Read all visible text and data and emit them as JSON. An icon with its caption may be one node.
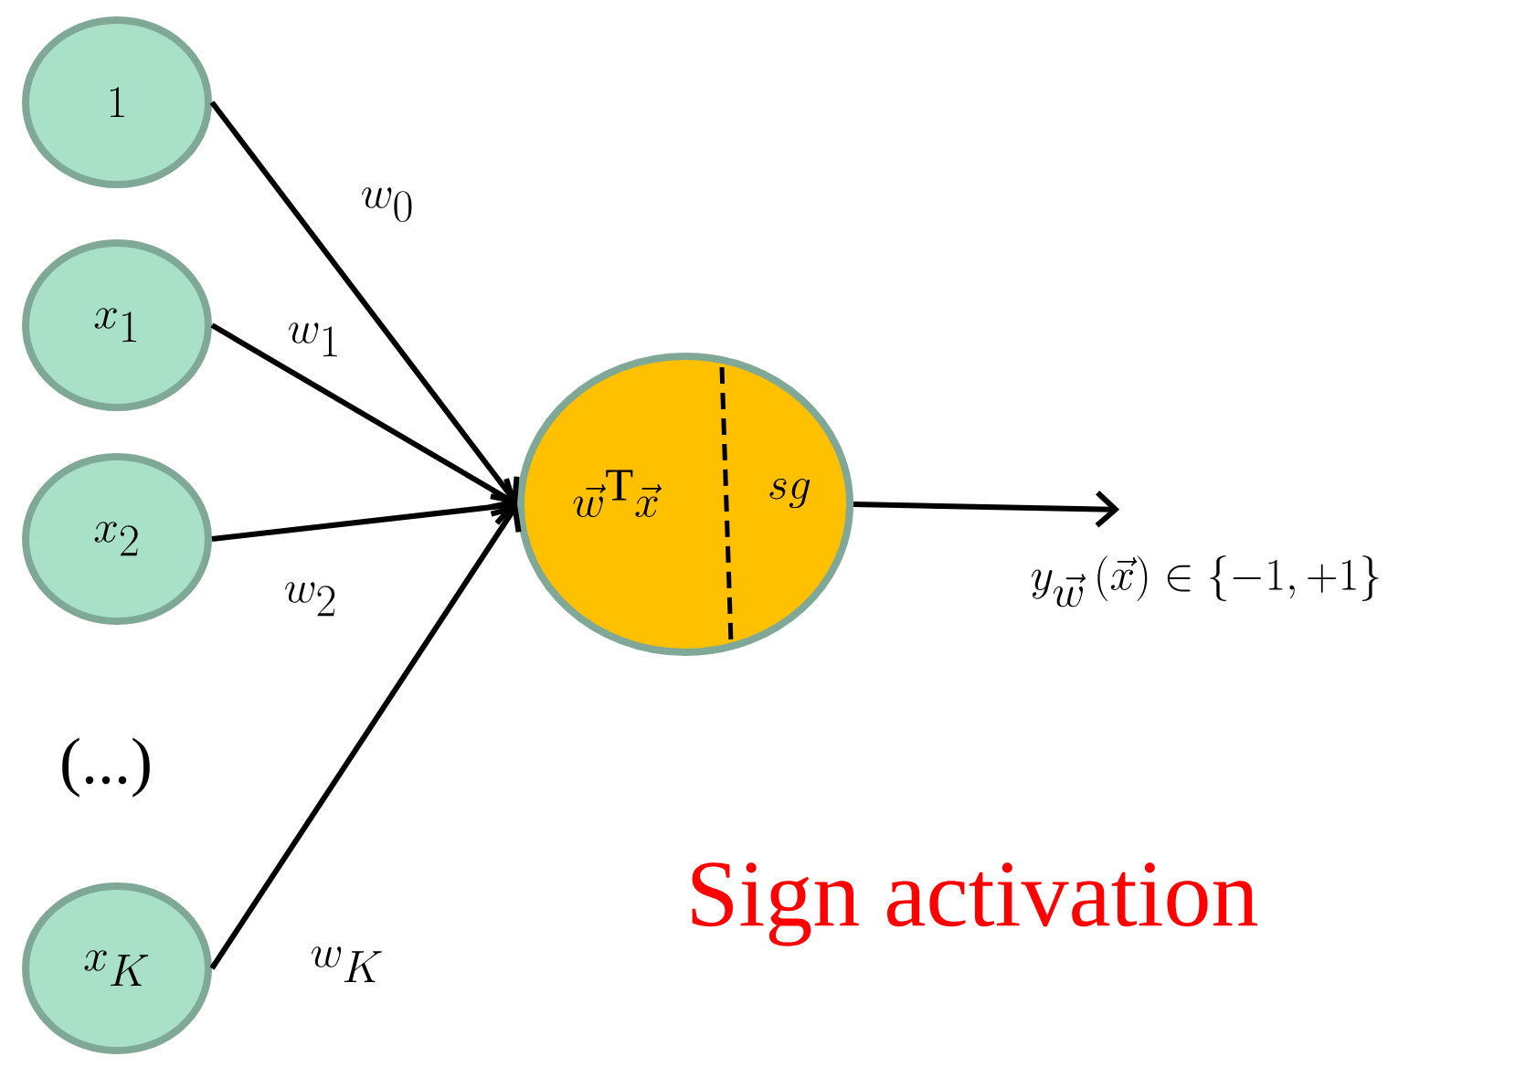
{
  "diagram": {
    "nodes": [
      {
        "text": [
          "1"
        ]
      },
      {
        "text": [
          "x_1"
        ]
      },
      {
        "text": [
          "x_2"
        ]
      },
      {
        "text": [
          "x_K"
        ]
      },
      {
        "text": [
          "\\vec{w}^{\\mathrm{T}}\\vec{x}",
          "sg"
        ]
      },
      {
        "text": [
          "y_{\\vec{w}}\\left(\\vec{x}\\right)\\in\\left\\{-1,+1\\right\\}"
        ]
      }
    ],
    "edges": [
      {
        "from": 0,
        "to": 4,
        "arrow": "to",
        "label": "w_0"
      },
      {
        "from": 1,
        "to": 4,
        "arrow": "to",
        "label": "w_1"
      },
      {
        "from": 2,
        "to": 4,
        "arrow": "to",
        "label": "w_2"
      },
      {
        "from": 3,
        "to": 4,
        "arrow": "to",
        "label": "w_K"
      },
      {
        "from": 4,
        "to": 5,
        "arrow": "to"
      }
    ],
    "labels": [
      "(...)",
      "Sign activation"
    ]
  }
}
